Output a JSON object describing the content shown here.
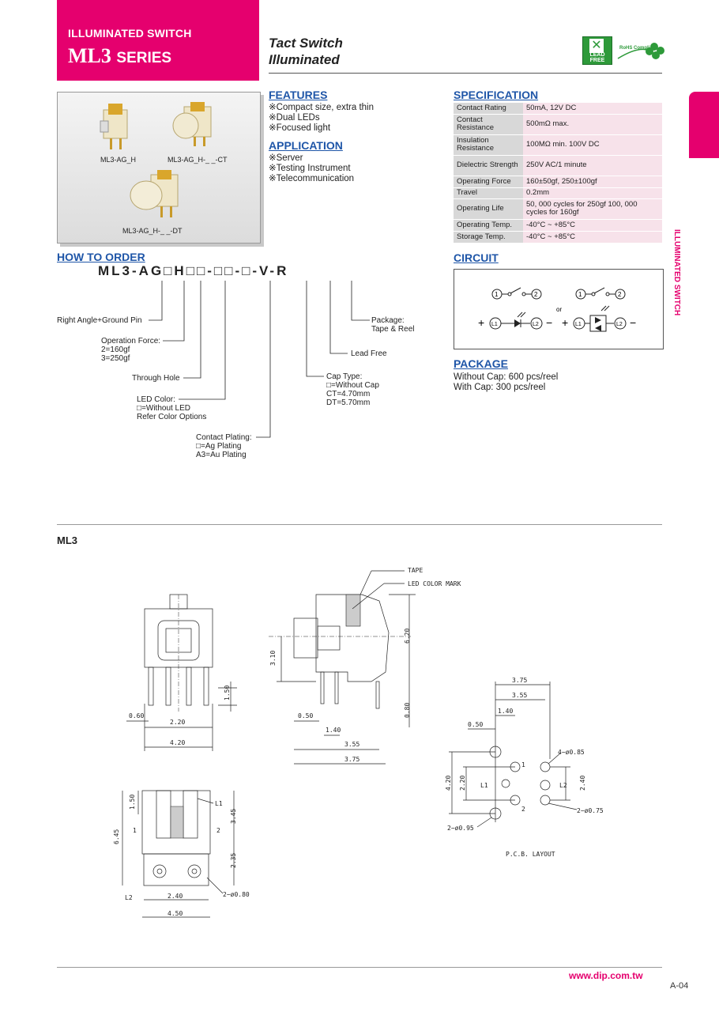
{
  "header": {
    "category": "ILLUMINATED SWITCH",
    "series_name": "ML3",
    "series_word": "SERIES",
    "product_title_1": "Tact Switch",
    "product_title_2": "Illuminated",
    "badge_lead_free": "LEAD FREE",
    "badge_rohs": "RoHS Compliant"
  },
  "side_tab": {
    "label": "ILLUMINATED SWITCH"
  },
  "photos": {
    "labels": [
      "ML3-AG_H",
      "ML3-AG_H-_ _-CT",
      "ML3-AG_H-_ _-DT"
    ]
  },
  "features": {
    "heading": "FEATURES",
    "items": [
      "※Compact size, extra thin",
      "※Dual LEDs",
      "※Focused light"
    ]
  },
  "application": {
    "heading": "APPLICATION",
    "items": [
      "※Server",
      "※Testing Instrument",
      "※Telecommunication"
    ]
  },
  "specification": {
    "heading": "SPECIFICATION",
    "rows": [
      {
        "k": "Contact Rating",
        "v": "50mA, 12V DC"
      },
      {
        "k": "Contact Resistance",
        "v": "500mΩ max."
      },
      {
        "k": "Insulation Resistance",
        "v": "100MΩ min. 100V DC"
      },
      {
        "k": "Dielectric Strength",
        "v": "250V AC/1 minute"
      },
      {
        "k": "Operating Force",
        "v": "160±50gf, 250±100gf"
      },
      {
        "k": "Travel",
        "v": "0.2mm"
      },
      {
        "k": "Operating Life",
        "v": "50, 000 cycles for 250gf 100, 000 cycles for 160gf"
      },
      {
        "k": "Operating Temp.",
        "v": "-40°C ~ +85°C"
      },
      {
        "k": "Storage Temp.",
        "v": "-40°C ~ +85°C"
      }
    ]
  },
  "how_to_order": {
    "heading": "HOW TO ORDER",
    "code": "ML3-AG□H□□-□□-□-V-R",
    "labels": {
      "right_angle": "Right Angle+Ground Pin",
      "op_force_1": "Operation Force:",
      "op_force_2": "2=160gf",
      "op_force_3": "3=250gf",
      "through_hole": "Through Hole",
      "led_1": "LED Color:",
      "led_2": "□=Without LED",
      "led_3": "Refer Color Options",
      "plating_1": "Contact Plating:",
      "plating_2": "□=Ag Plating",
      "plating_3": "A3=Au Plating",
      "package_1": "Package:",
      "package_2": "Tape & Reel",
      "lead_free": "Lead Free",
      "cap_1": "Cap Type:",
      "cap_2": "□=Without Cap",
      "cap_3": "CT=4.70mm",
      "cap_4": "DT=5.70mm"
    }
  },
  "circuit": {
    "heading": "CIRCUIT",
    "or_text": "or",
    "n1": "1",
    "n2": "2",
    "l1": "L1",
    "l2": "L2",
    "plus": "+",
    "minus": "−"
  },
  "package": {
    "heading": "PACKAGE",
    "line1": "Without Cap: 600 pcs/reel",
    "line2": "With Cap: 300 pcs/reel"
  },
  "drawing": {
    "model": "ML3",
    "tape": "TAPE",
    "led_mark": "LED COLOR MARK",
    "pcb_layout": "P.C.B. LAYOUT",
    "dims": {
      "front_150": "1.50",
      "front_060": "0.60",
      "front_220": "2.20",
      "front_420": "4.20",
      "side_310": "3.10",
      "side_620": "6.20",
      "side_080": "0.80",
      "side_050": "0.50",
      "side_140": "1.40",
      "side_355": "3.55",
      "side_375": "3.75",
      "bot_150": "1.50",
      "bot_645": "6.45",
      "bot_345": "3.45",
      "bot_235": "2.35",
      "bot_240": "2.40",
      "bot_450": "4.50",
      "bot_hole": "2−ø0.80",
      "bot_l1": "L1",
      "bot_l2": "L2",
      "bot_1": "1",
      "bot_2": "2",
      "pcb_375": "3.75",
      "pcb_355": "3.55",
      "pcb_140": "1.40",
      "pcb_050": "0.50",
      "pcb_420": "4.20",
      "pcb_220": "2.20",
      "pcb_240": "2.40",
      "pcb_h085": "4−ø0.85",
      "pcb_h075": "2−ø0.75",
      "pcb_h095": "2−ø0.95",
      "pcb_l1": "L1",
      "pcb_l2": "L2",
      "pcb_1": "1",
      "pcb_2": "2"
    }
  },
  "footer": {
    "website": "www.dip.com.tw",
    "page": "A-04"
  },
  "colors": {
    "brand": "#e5006e",
    "heading_blue": "#1f56a8",
    "spec_key": "#d8d8d8",
    "spec_val": "#f7e2ea"
  }
}
